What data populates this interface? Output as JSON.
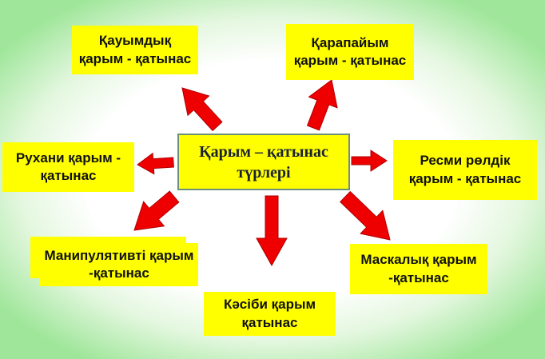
{
  "center": {
    "title": "Қарым – қатынас түрлері"
  },
  "nodes": {
    "top_left": "Қауымдық қарым - қатынас",
    "top_right": "Қарапайым қарым - қатынас",
    "left": "Рухани қарым - қатынас",
    "right": "Ресми рөлдік қарым - қатынас",
    "bottom_left": "Манипулятивті қарым -қатынас",
    "bottom_right": "Маскалық қарым -қатынас",
    "bottom": "Кәсіби қарым қатынас"
  },
  "colors": {
    "box": "#ffff00",
    "arrow": "#ee0000"
  }
}
